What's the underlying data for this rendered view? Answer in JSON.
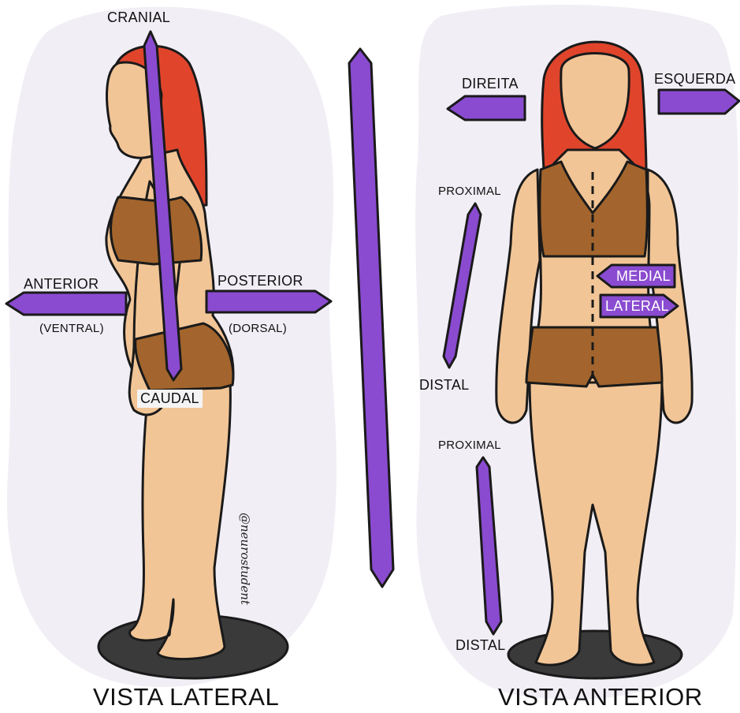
{
  "lateral_view": {
    "title": "VISTA LATERAL",
    "labels": {
      "cranial": "CRANIAL",
      "caudal": "CAUDAL",
      "anterior": "ANTERIOR",
      "ventral": "(VENTRAL)",
      "posterior": "POSTERIOR",
      "dorsal": "(DORSAL)"
    }
  },
  "anterior_view": {
    "title": "VISTA ANTERIOR",
    "labels": {
      "direita": "DIREITA",
      "esquerda": "ESQUERDA",
      "proximal_upper": "PROXIMAL",
      "distal_upper": "DISTAL",
      "proximal_lower": "PROXIMAL",
      "distal_lower": "DISTAL",
      "medial": "MEDIAL",
      "lateral": "LATERAL"
    }
  },
  "watermark": "@neurostudent",
  "colors": {
    "arrow": "#8a4bd0",
    "outline": "#1a1a1a",
    "skin": "#f2c596",
    "hair": "#e0452c",
    "clothing": "#a3652d",
    "base": "#3a3a3a",
    "backdrop": "#f1eef5"
  }
}
